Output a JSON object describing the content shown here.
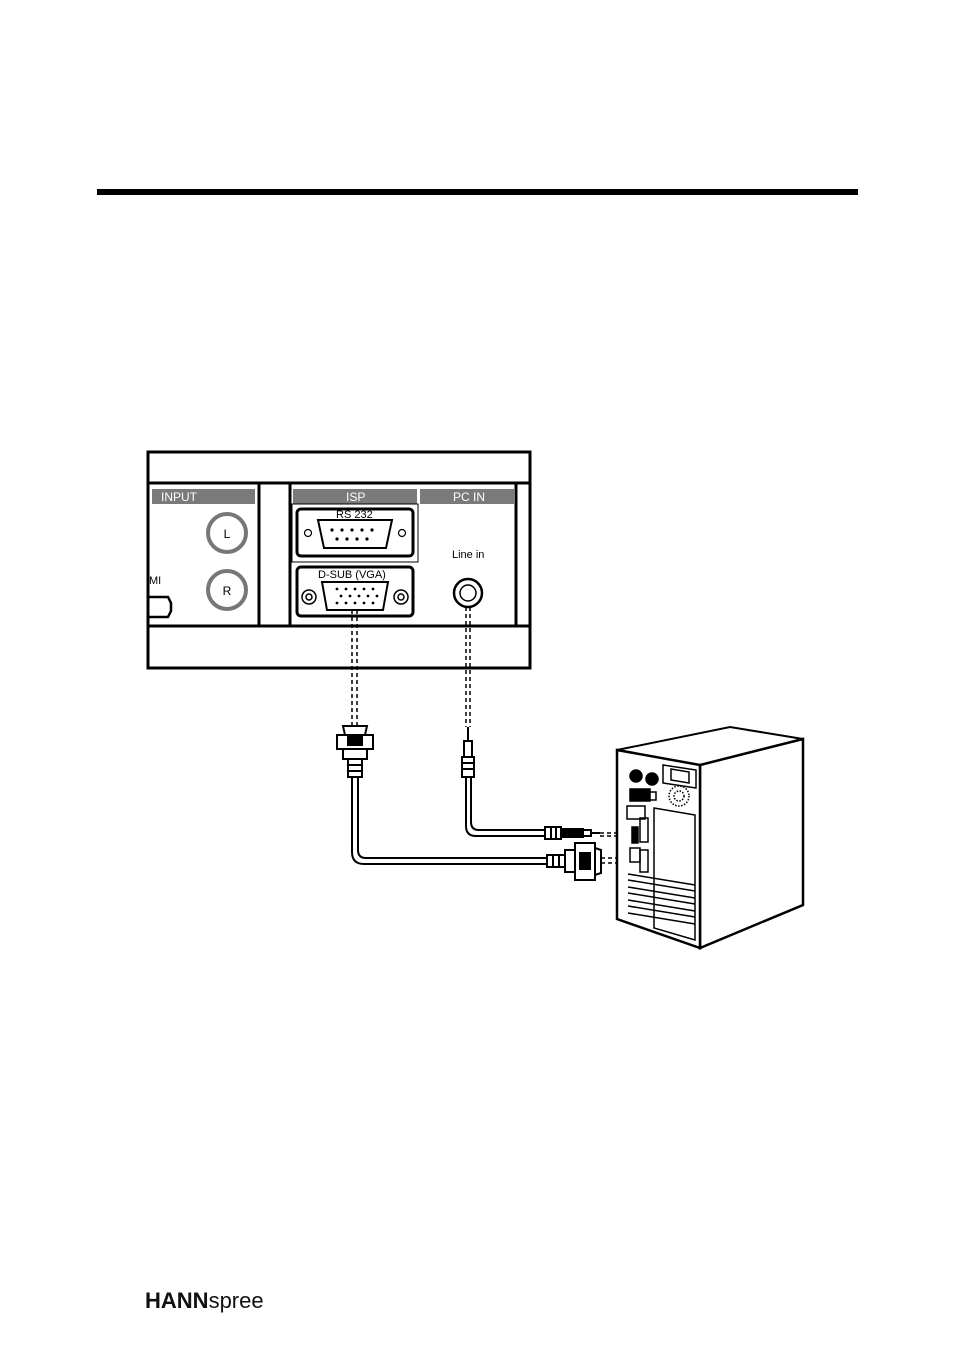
{
  "diagram": {
    "panel": {
      "input_label": "INPUT",
      "audio_left": "L",
      "audio_right": "R",
      "hdmi_fragment": "MI",
      "isp_label": "ISP",
      "rs232_label": "RS 232",
      "dsub_label": "D-SUB (VGA)",
      "pcin_label": "PC IN",
      "linein_label": "Line in"
    }
  },
  "footer": {
    "brand_bold": "HANN",
    "brand_light": "spree"
  },
  "colors": {
    "ink": "#000000",
    "label_bar": "#7a7a7a",
    "label_text": "#ffffff"
  }
}
